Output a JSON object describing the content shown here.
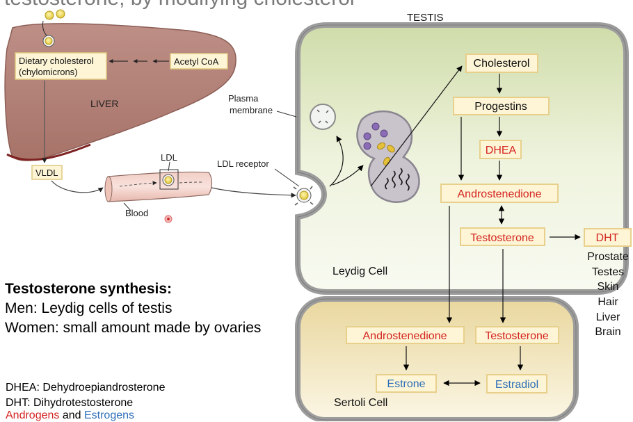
{
  "header": {
    "title_fragment": "testosterone, by modifying cholesterol"
  },
  "labels": {
    "testis": "TESTIS",
    "liver": "LIVER",
    "dietary_cholesterol_1": "Dietary cholesterol",
    "dietary_cholesterol_2": "(chylomicrons)",
    "acetyl_coa": "Acetyl CoA",
    "vldl": "VLDL",
    "ldl": "LDL",
    "blood": "Blood",
    "ldl_receptor": "LDL receptor",
    "plasma_membrane_1": "Plasma",
    "plasma_membrane_2": "membrane",
    "leydig_cell": "Leydig Cell",
    "sertoli_cell": "Sertoli Cell"
  },
  "pathway": {
    "cholesterol": "Cholesterol",
    "progestins": "Progestins",
    "dhea": "DHEA",
    "androstenedione": "Androstenedione",
    "testosterone": "Testosterone",
    "dht": "DHT",
    "sertoli_androstenedione": "Androstenedione",
    "sertoli_testosterone": "Testosterone",
    "estrone": "Estrone",
    "estradiol": "Estradiol"
  },
  "dht_targets": [
    "Prostate",
    "Testes",
    "Skin",
    "Hair",
    "Liver",
    "Brain"
  ],
  "notes": {
    "synthesis_title": "Testosterone synthesis:",
    "men": "Men:  Leydig cells of testis",
    "women": "Women: small amount made by ovaries"
  },
  "legend": {
    "dhea_def": "DHEA: Dehydroepiandrosterone",
    "dht_def": "DHT:  Dihydrotestosterone",
    "androgens": "Androgens",
    "and": " and ",
    "estrogens": "Estrogens"
  },
  "colors": {
    "androgen_red": "#d4231f",
    "estrogen_blue": "#2f6fb8",
    "box_fill": "#fdf5d6",
    "box_border": "#e8d08c",
    "liver_fill": "#b1837b",
    "leydig_fill": "#e4eccd",
    "sertoli_fill": "#f2e8c5",
    "membrane_gray": "#9a9a9a"
  }
}
